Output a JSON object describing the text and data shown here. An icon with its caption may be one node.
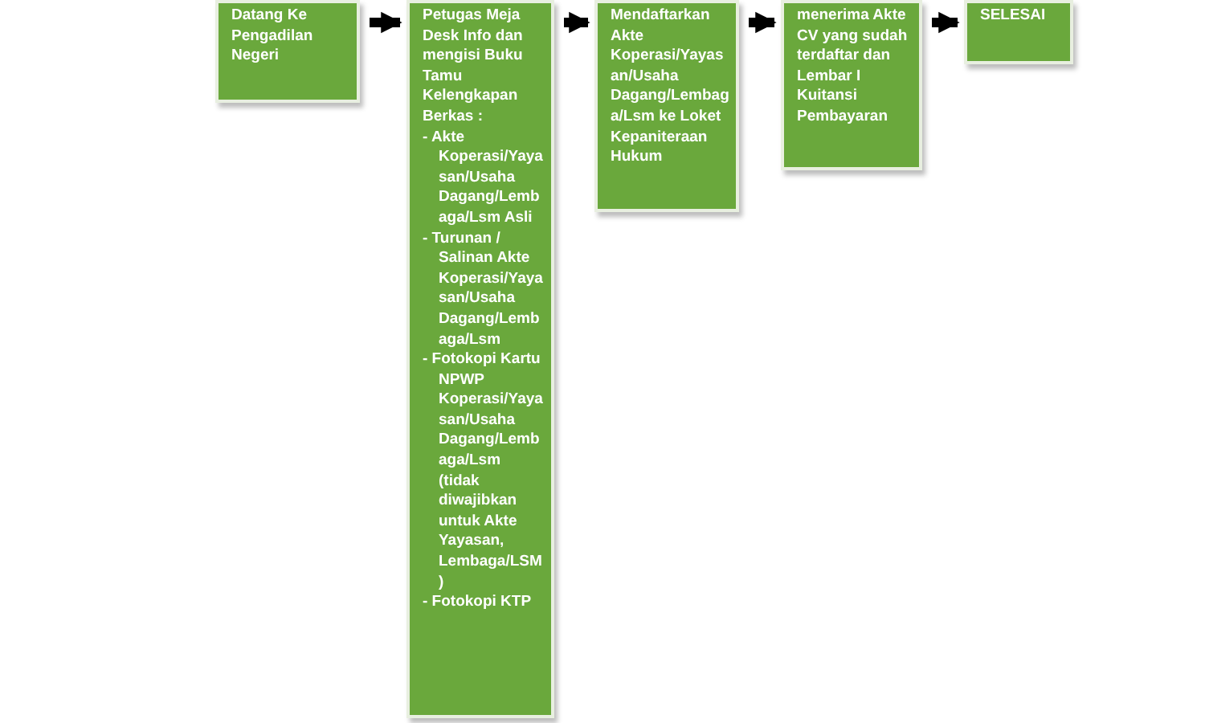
{
  "diagram": {
    "nodes": [
      {
        "text": [
          "Datang Ke Pengadilan Negeri"
        ]
      },
      {
        "text": [
          "Petugas Meja Desk Info dan mengisi Buku Tamu",
          "Kelengkapan Berkas :",
          "- Akte Koperasi/Yayasan/Usaha Dagang/Lembaga/Lsm Asli",
          "- Turunan / Salinan Akte Koperasi/Yayasan/Usaha Dagang/Lembaga/Lsm",
          "- Fotokopi Kartu NPWP Koperasi/Yayasan/Usaha Dagang/Lembaga/Lsm (tidak diwajibkan untuk Akte Yayasan, Lembaga/LSM)",
          "- Fotokopi KTP"
        ]
      },
      {
        "text": [
          "Mendaftarkan Akte Koperasi/Yayasan/Usaha Dagang/Lembaga/Lsm ke Loket Kepaniteraan Hukum"
        ]
      },
      {
        "text": [
          "menerima Akte CV yang sudah terdaftar dan Lembar I Kuitansi Pembayaran"
        ]
      },
      {
        "text": [
          "SELESAI"
        ]
      }
    ],
    "edges": [
      {
        "from": 0,
        "to": 1,
        "arrow": "to"
      },
      {
        "from": 1,
        "to": 2,
        "arrow": "to"
      },
      {
        "from": 2,
        "to": 3,
        "arrow": "to"
      },
      {
        "from": 3,
        "to": 4,
        "arrow": "to"
      }
    ]
  }
}
